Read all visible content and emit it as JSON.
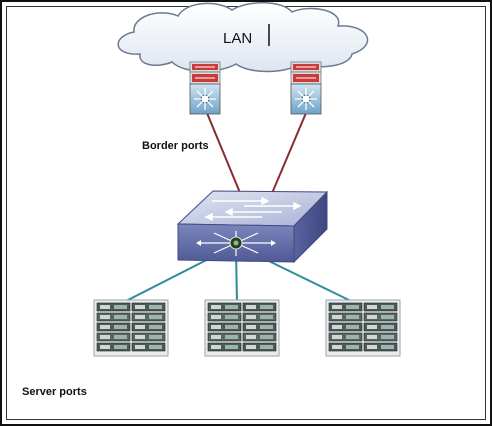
{
  "diagram": {
    "cloud_label": "LAN",
    "border_label": "Border ports",
    "server_label": "Server ports"
  },
  "colors": {
    "uplink": "#8a2b33",
    "downlink": "#2e8c99",
    "switch_top": "#c3c9e3",
    "switch_front": "#5f6aa6",
    "cloud_fill": "#eef2f8",
    "cloud_stroke": "#6b7b91"
  },
  "icons": [
    "cloud-icon",
    "border-router-icon",
    "core-switch-icon",
    "server-rack-icon"
  ]
}
